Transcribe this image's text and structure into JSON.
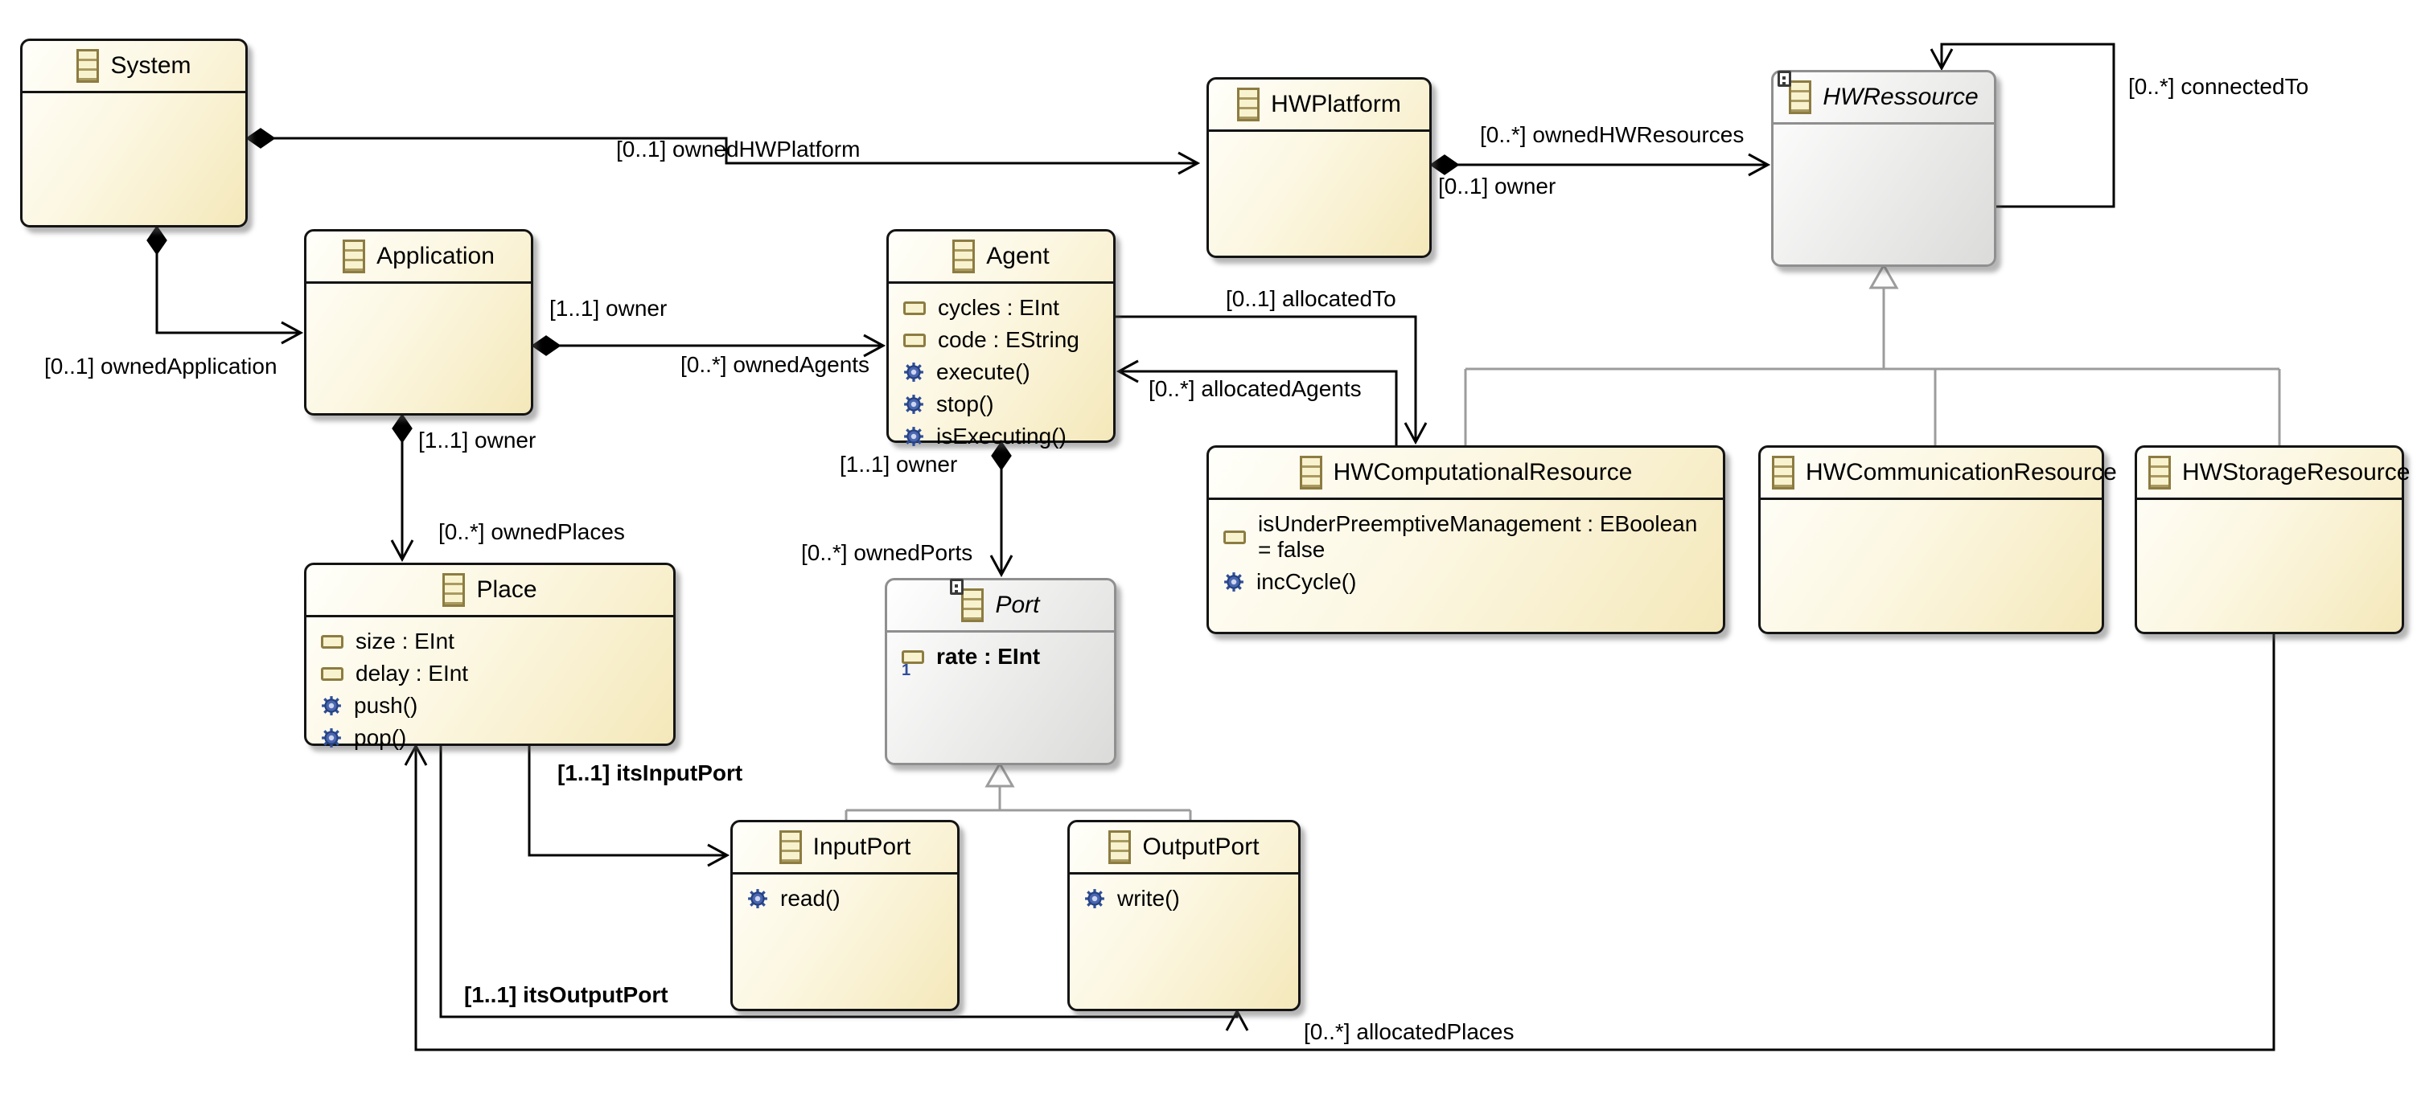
{
  "diagram": {
    "classes": {
      "system": {
        "name": "System"
      },
      "hwPlatform": {
        "name": "HWPlatform"
      },
      "hwRessource": {
        "name": "HWRessource",
        "abstract": true
      },
      "application": {
        "name": "Application"
      },
      "agent": {
        "name": "Agent",
        "attributes": [
          "cycles : EInt",
          "code : EString"
        ],
        "operations": [
          "execute()",
          "stop()",
          "isExecuting()"
        ]
      },
      "hwComputationalResource": {
        "name": "HWComputationalResource",
        "attributes": [
          "isUnderPreemptiveManagement : EBoolean = false"
        ],
        "operations": [
          "incCycle()"
        ]
      },
      "hwCommunicationResource": {
        "name": "HWCommunicationResource"
      },
      "hwStorageResource": {
        "name": "HWStorageResource"
      },
      "place": {
        "name": "Place",
        "attributes": [
          "size : EInt",
          "delay : EInt"
        ],
        "operations": [
          "push()",
          "pop()"
        ]
      },
      "port": {
        "name": "Port",
        "abstract": true,
        "attributes": [
          "rate : EInt"
        ],
        "lower_bound": "1"
      },
      "inputPort": {
        "name": "InputPort",
        "operations": [
          "read()"
        ]
      },
      "outputPort": {
        "name": "OutputPort",
        "operations": [
          "write()"
        ]
      }
    },
    "labels": {
      "ownedHWPlatform": "[0..1] ownedHWPlatform",
      "ownedHWResources": "[0..*] ownedHWResources",
      "hwPlatformOwner": "[0..1] owner",
      "connectedTo": "[0..*] connectedTo",
      "ownedApplication": "[0..1] ownedApplication",
      "agentOwner": "[1..1] owner",
      "ownedAgents": "[0..*] ownedAgents",
      "allocatedTo": "[0..1] allocatedTo",
      "allocatedAgents": "[0..*] allocatedAgents",
      "placeOwner": "[1..1] owner",
      "ownedPlaces": "[0..*] ownedPlaces",
      "portOwner": "[1..1] owner",
      "ownedPorts": "[0..*] ownedPorts",
      "itsInputPort": "[1..1] itsInputPort",
      "itsOutputPort": "[1..1] itsOutputPort",
      "allocatedPlaces": "[0..*] allocatedPlaces"
    },
    "colors": {
      "class_fill_light": "#fffffa",
      "class_fill": "#f4e8ba",
      "class_border": "#141414",
      "abstract_fill_light": "#ffffff",
      "abstract_fill": "#dbdbda",
      "abstract_border": "#8f8f8f",
      "edge": "#000000",
      "generalization_edge": "#9c9c9c",
      "icon_border": "#8d7c41",
      "icon_fill": "#f8f2cf",
      "operation_icon": "#2e4e9b",
      "required_bound": "#2e4e9b"
    }
  }
}
